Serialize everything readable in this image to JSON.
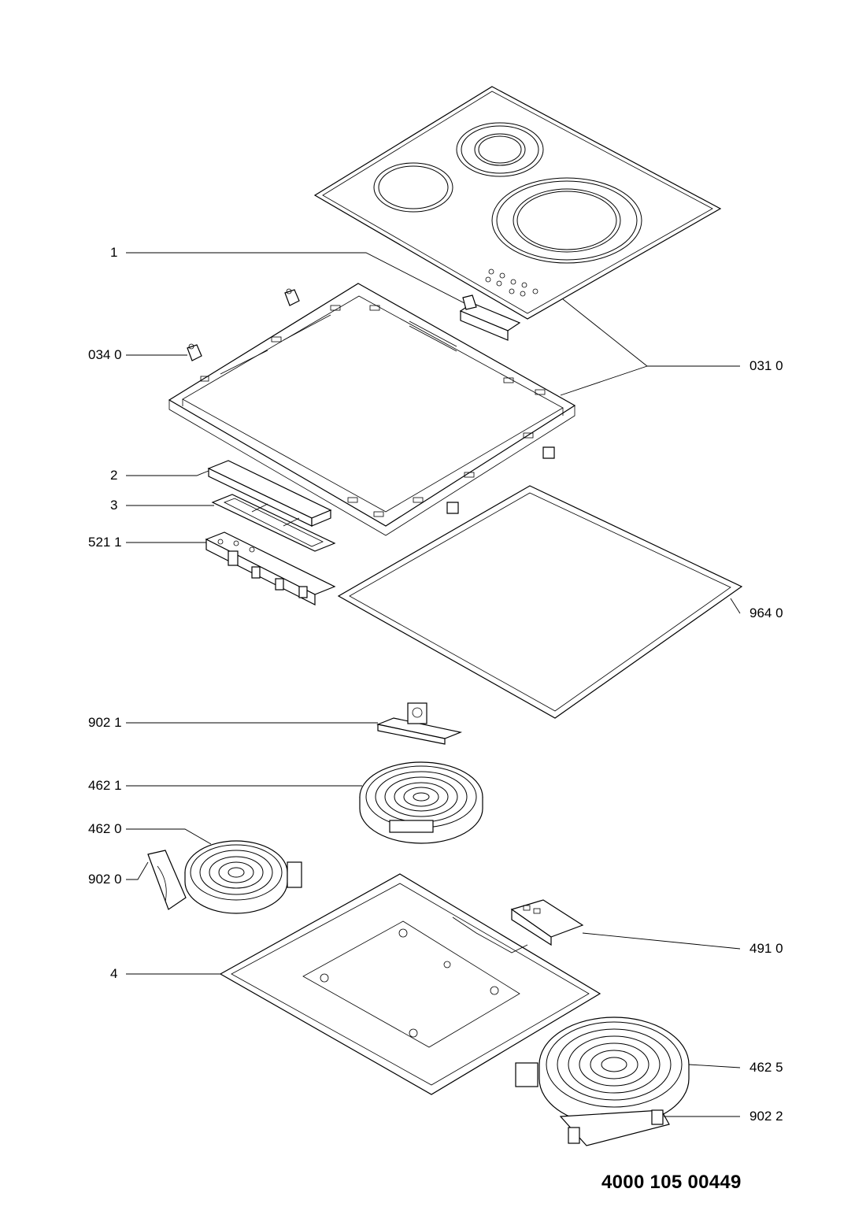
{
  "labels": {
    "l_1": "1",
    "l_034_0": "034 0",
    "l_031_0": "031 0",
    "l_2": "2",
    "l_3": "3",
    "l_521_1": "521 1",
    "l_964_0": "964 0",
    "l_902_1": "902 1",
    "l_462_1": "462 1",
    "l_462_0": "462 0",
    "l_902_0": "902 0",
    "l_491_0": "491 0",
    "l_4": "4",
    "l_462_5": "462 5",
    "l_902_2": "902 2"
  },
  "document_number": "4000 105 00449"
}
